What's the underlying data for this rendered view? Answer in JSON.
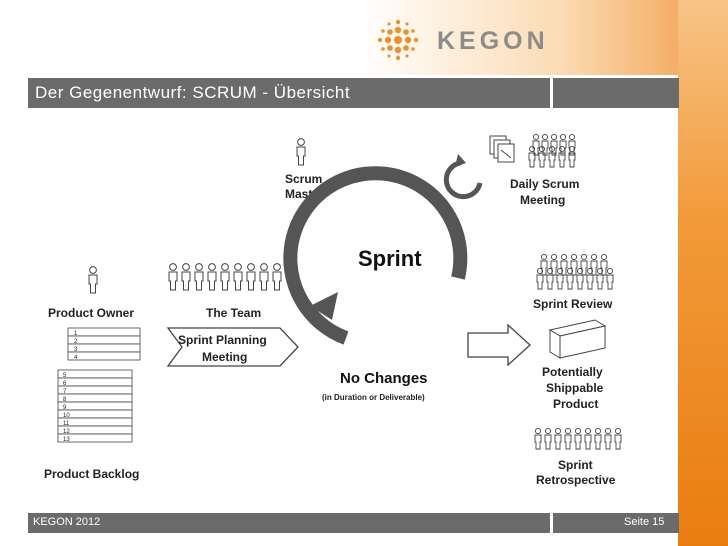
{
  "header": {
    "logo_text": "KEGON",
    "title": "Der Gegenentwurf: SCRUM - Übersicht"
  },
  "diagram": {
    "scrum_master_line1": "Scrum",
    "scrum_master_line2": "Master",
    "daily_scrum_line1": "Daily Scrum",
    "daily_scrum_line2": "Meeting",
    "sprint": "Sprint",
    "product_owner": "Product Owner",
    "the_team": "The Team",
    "sprint_planning_line1": "Sprint Planning",
    "sprint_planning_line2": "Meeting",
    "no_changes": "No Changes",
    "no_changes_note": "(in Duration or Deliverable)",
    "sprint_review": "Sprint Review",
    "potentially_line1": "Potentially",
    "potentially_line2": "Shippable",
    "potentially_line3": "Product",
    "retro_line1": "Sprint",
    "retro_line2": "Retrospective",
    "product_backlog": "Product Backlog",
    "backlog_items": [
      "1",
      "2",
      "3",
      "4",
      "5",
      "6",
      "7",
      "8",
      "9",
      "10",
      "11",
      "12",
      "13"
    ]
  },
  "footer": {
    "left": "KEGON 2012",
    "right": "Seite 15"
  }
}
